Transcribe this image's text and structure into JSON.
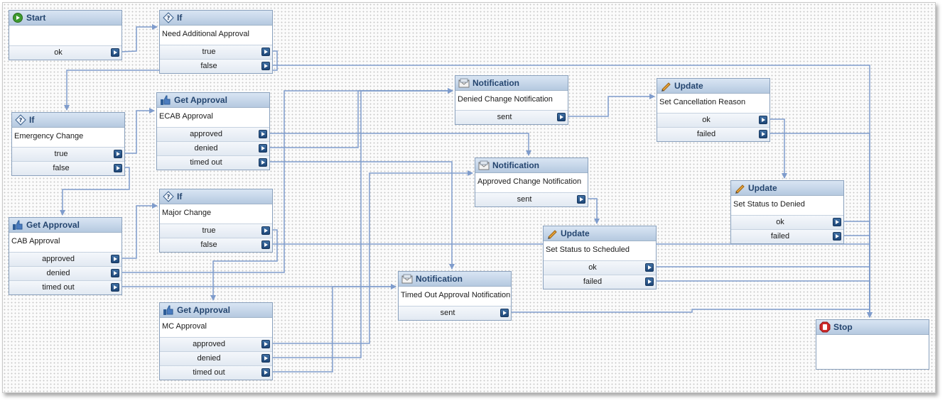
{
  "colors": {
    "connector": "#7f9ccc",
    "header_text": "#24456f",
    "port": "#1d4677"
  },
  "activities": [
    {
      "id": "start",
      "type": "start",
      "icon": "play-icon",
      "title": "Start",
      "subtitle": "",
      "exits": [
        "ok"
      ]
    },
    {
      "id": "if1",
      "type": "if",
      "icon": "if-icon",
      "title": "If",
      "subtitle": "Need Additional Approval",
      "exits": [
        "true",
        "false"
      ]
    },
    {
      "id": "if2",
      "type": "if",
      "icon": "if-icon",
      "title": "If",
      "subtitle": "Emergency Change",
      "exits": [
        "true",
        "false"
      ]
    },
    {
      "id": "ga1",
      "type": "get-approval",
      "icon": "thumbs-up-icon",
      "title": "Get Approval",
      "subtitle": "ECAB Approval",
      "exits": [
        "approved",
        "denied",
        "timed out"
      ]
    },
    {
      "id": "ga2",
      "type": "get-approval",
      "icon": "thumbs-up-icon",
      "title": "Get Approval",
      "subtitle": "CAB Approval",
      "exits": [
        "approved",
        "denied",
        "timed out"
      ]
    },
    {
      "id": "if3",
      "type": "if",
      "icon": "if-icon",
      "title": "If",
      "subtitle": "Major Change",
      "exits": [
        "true",
        "false"
      ]
    },
    {
      "id": "ga3",
      "type": "get-approval",
      "icon": "thumbs-up-icon",
      "title": "Get Approval",
      "subtitle": "MC Approval",
      "exits": [
        "approved",
        "denied",
        "timed out"
      ]
    },
    {
      "id": "n1",
      "type": "notification",
      "icon": "envelope-icon",
      "title": "Notification",
      "subtitle": "Denied Change Notification",
      "exits": [
        "sent"
      ]
    },
    {
      "id": "n2",
      "type": "notification",
      "icon": "envelope-icon",
      "title": "Notification",
      "subtitle": "Approved Change Notification",
      "exits": [
        "sent"
      ]
    },
    {
      "id": "n3",
      "type": "notification",
      "icon": "envelope-icon",
      "title": "Notification",
      "subtitle": "Timed Out Approval Notification",
      "exits": [
        "sent"
      ]
    },
    {
      "id": "u1",
      "type": "update",
      "icon": "pencil-icon",
      "title": "Update",
      "subtitle": "Set Cancellation Reason",
      "exits": [
        "ok",
        "failed"
      ]
    },
    {
      "id": "u2",
      "type": "update",
      "icon": "pencil-icon",
      "title": "Update",
      "subtitle": "Set Status to Denied",
      "exits": [
        "ok",
        "failed"
      ]
    },
    {
      "id": "u3",
      "type": "update",
      "icon": "pencil-icon",
      "title": "Update",
      "subtitle": "Set Status to Scheduled",
      "exits": [
        "ok",
        "failed"
      ]
    },
    {
      "id": "stop",
      "type": "stop",
      "icon": "stop-hand-icon",
      "title": "Stop",
      "subtitle": "",
      "exits": []
    }
  ]
}
